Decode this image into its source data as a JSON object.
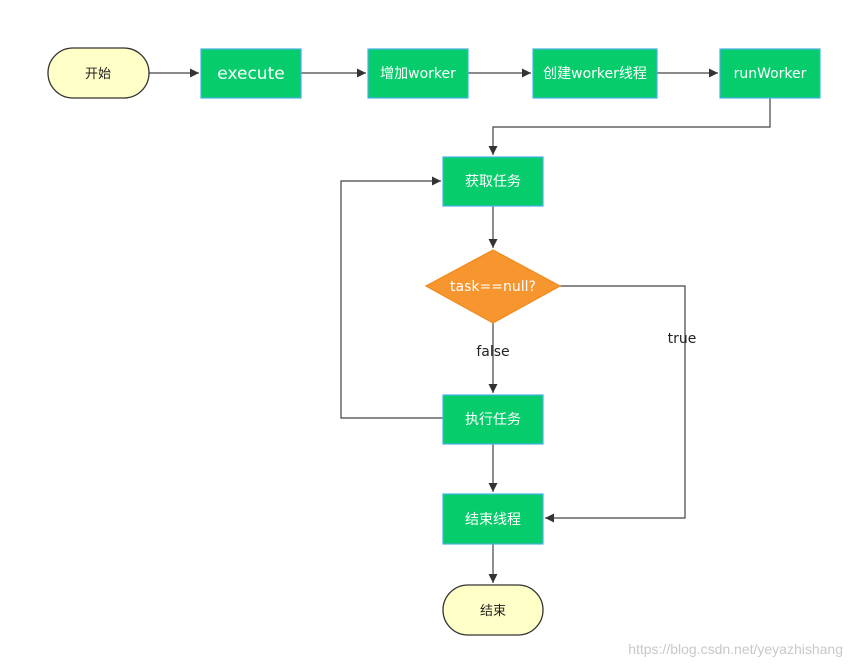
{
  "nodes": {
    "start": "开始",
    "execute": "execute",
    "add_worker": "增加worker",
    "create_worker_thread": "创建worker线程",
    "run_worker": "runWorker",
    "get_task": "获取任务",
    "condition": "task==null?",
    "exec_task": "执行任务",
    "end_thread": "结束线程",
    "end": "结束"
  },
  "edge_labels": {
    "false": "false",
    "true": "true"
  },
  "watermark": "https://blog.csdn.net/yeyazhishang",
  "colors": {
    "process_fill": "#07cc6b",
    "process_stroke": "#46b2e6",
    "terminal_fill": "#ffffc8",
    "decision_fill": "#f7952e",
    "line": "#444444"
  }
}
